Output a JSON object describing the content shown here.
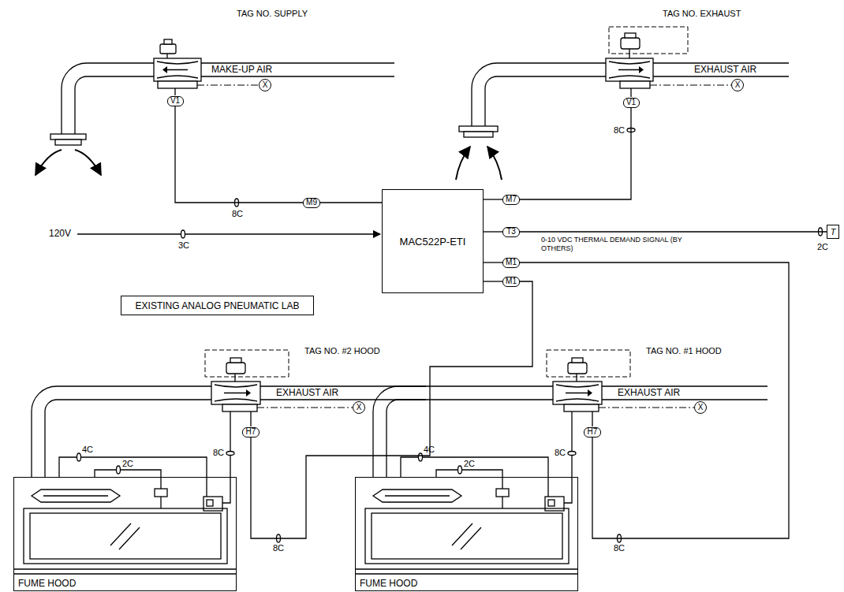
{
  "diagram": {
    "nodes": [
      {
        "text": [
          "V1"
        ]
      },
      {
        "text": [
          "X"
        ]
      },
      {
        "text": [
          "V1"
        ]
      },
      {
        "text": [
          "X"
        ]
      },
      {
        "text": [
          "M9"
        ]
      },
      {
        "text": [
          "MAC522P-ETI"
        ]
      },
      {
        "text": [
          "M7"
        ]
      },
      {
        "text": [
          "T3"
        ]
      },
      {
        "text": [
          "M1"
        ]
      },
      {
        "text": [
          "M1"
        ]
      },
      {
        "text": [
          "T"
        ]
      },
      {
        "text": [
          "EXISTING ANALOG PNEUMATIC LAB"
        ]
      },
      {
        "text": [
          "X"
        ]
      },
      {
        "text": [
          "H7"
        ]
      },
      {
        "text": [
          "FUME HOOD"
        ]
      },
      {
        "text": [
          "X"
        ]
      },
      {
        "text": [
          "H7"
        ]
      },
      {
        "text": [
          "FUME HOOD"
        ]
      }
    ],
    "edges": [
      {
        "from": 0,
        "to": 4,
        "arrow": "none"
      },
      {
        "from": 4,
        "to": 5,
        "arrow": "none"
      },
      {
        "from": 2,
        "to": 6,
        "arrow": "none"
      },
      {
        "from": 6,
        "to": 5,
        "arrow": "none"
      },
      {
        "from": 7,
        "to": 5,
        "arrow": "none"
      },
      {
        "from": 7,
        "to": 10,
        "label": "0-10 VDC THERMAL DEMAND SIGNAL (BY OTHERS)",
        "arrow": "none"
      },
      {
        "from": 8,
        "to": 5,
        "arrow": "none"
      },
      {
        "from": 9,
        "to": 5,
        "arrow": "none"
      },
      {
        "from": 16,
        "to": 8,
        "arrow": "none"
      },
      {
        "from": 13,
        "to": 9,
        "arrow": "none"
      }
    ],
    "labels": [
      "TAG NO. SUPPLY",
      "MAKE-UP AIR",
      "TAG NO. EXHAUST",
      "EXHAUST AIR",
      "8C",
      "8C",
      "120V",
      "3C",
      "2C",
      "TAG NO. #2 HOOD",
      "EXHAUST AIR",
      "4C",
      "2C",
      "8C",
      "8C",
      "TAG NO. #1 HOOD",
      "EXHAUST AIR",
      "4C",
      "2C",
      "8C",
      "8C"
    ]
  }
}
